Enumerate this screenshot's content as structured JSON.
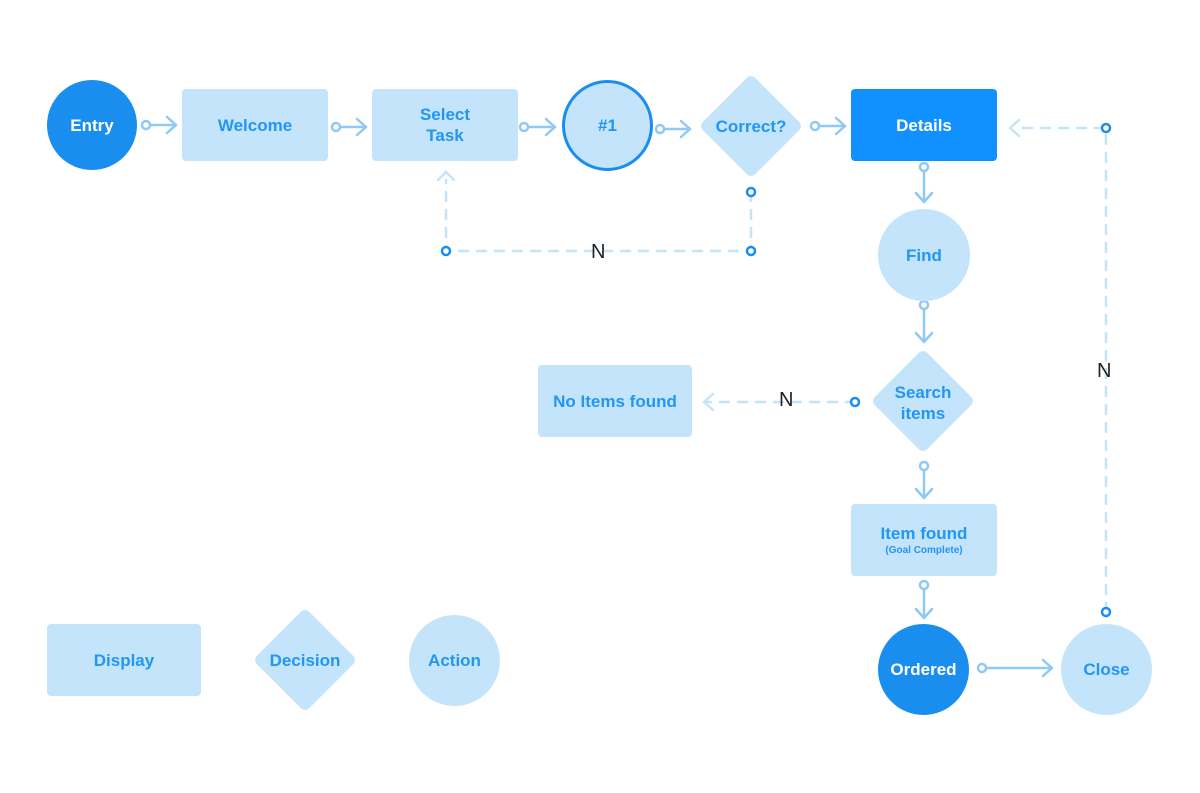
{
  "nodes": {
    "entry": "Entry",
    "welcome": "Welcome",
    "select_task_line1": "Select",
    "select_task_line2": "Task",
    "num1": "#1",
    "correct": "Correct?",
    "details": "Details",
    "find": "Find",
    "search_items_line1": "Search",
    "search_items_line2": "items",
    "no_items_found": "No Items found",
    "item_found": "Item found",
    "item_found_sub": "(Goal Complete)",
    "ordered": "Ordered",
    "close": "Close"
  },
  "edge_labels": {
    "correct_no": "N",
    "search_no": "N",
    "close_no": "N"
  },
  "legend": {
    "display": "Display",
    "decision": "Decision",
    "action": "Action"
  },
  "colors": {
    "light_fill": "#c4e4fb",
    "dark_fill": "#1a8eef",
    "text_light": "#2196f3",
    "connector": "#8fc9f5",
    "connector_dot": "#1a8eef"
  }
}
